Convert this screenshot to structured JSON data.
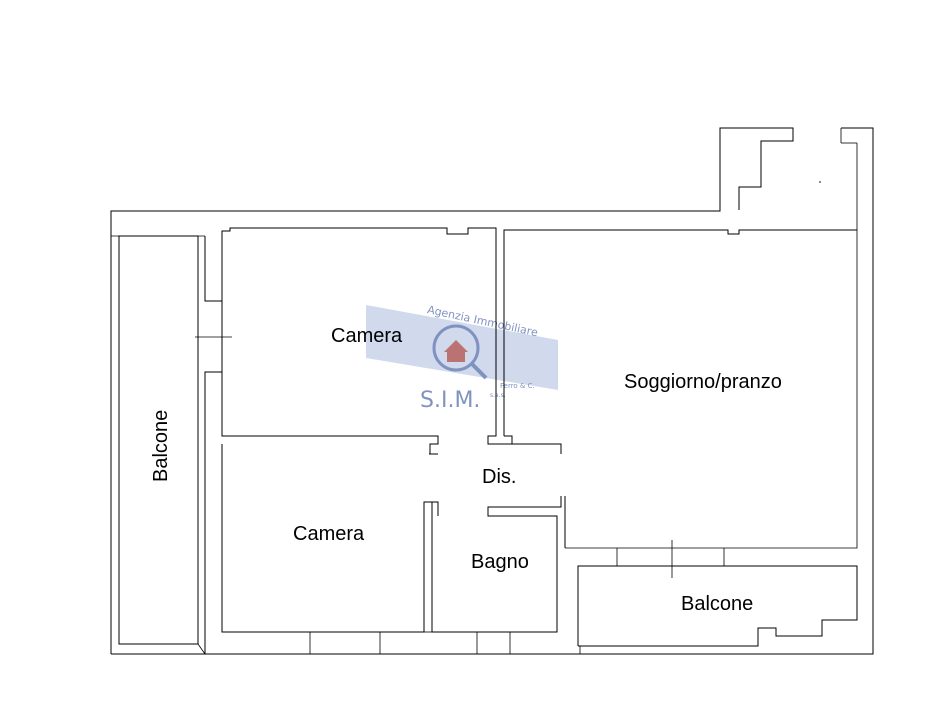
{
  "rooms": {
    "camera_top": "Camera",
    "camera_bottom": "Camera",
    "soggiorno": "Soggiorno/pranzo",
    "disimpegno": "Dis.",
    "bagno": "Bagno",
    "balcone_left": "Balcone",
    "balcone_bottom": "Balcone"
  },
  "watermark": {
    "arc_text": "Agenzia Immobiliare",
    "name": "S.I.M.",
    "suffix": "s.a.s.",
    "sub": "Ferro & C."
  },
  "colors": {
    "watermark_band": "#c9d3ea",
    "watermark_text": "#6a7fb6"
  }
}
